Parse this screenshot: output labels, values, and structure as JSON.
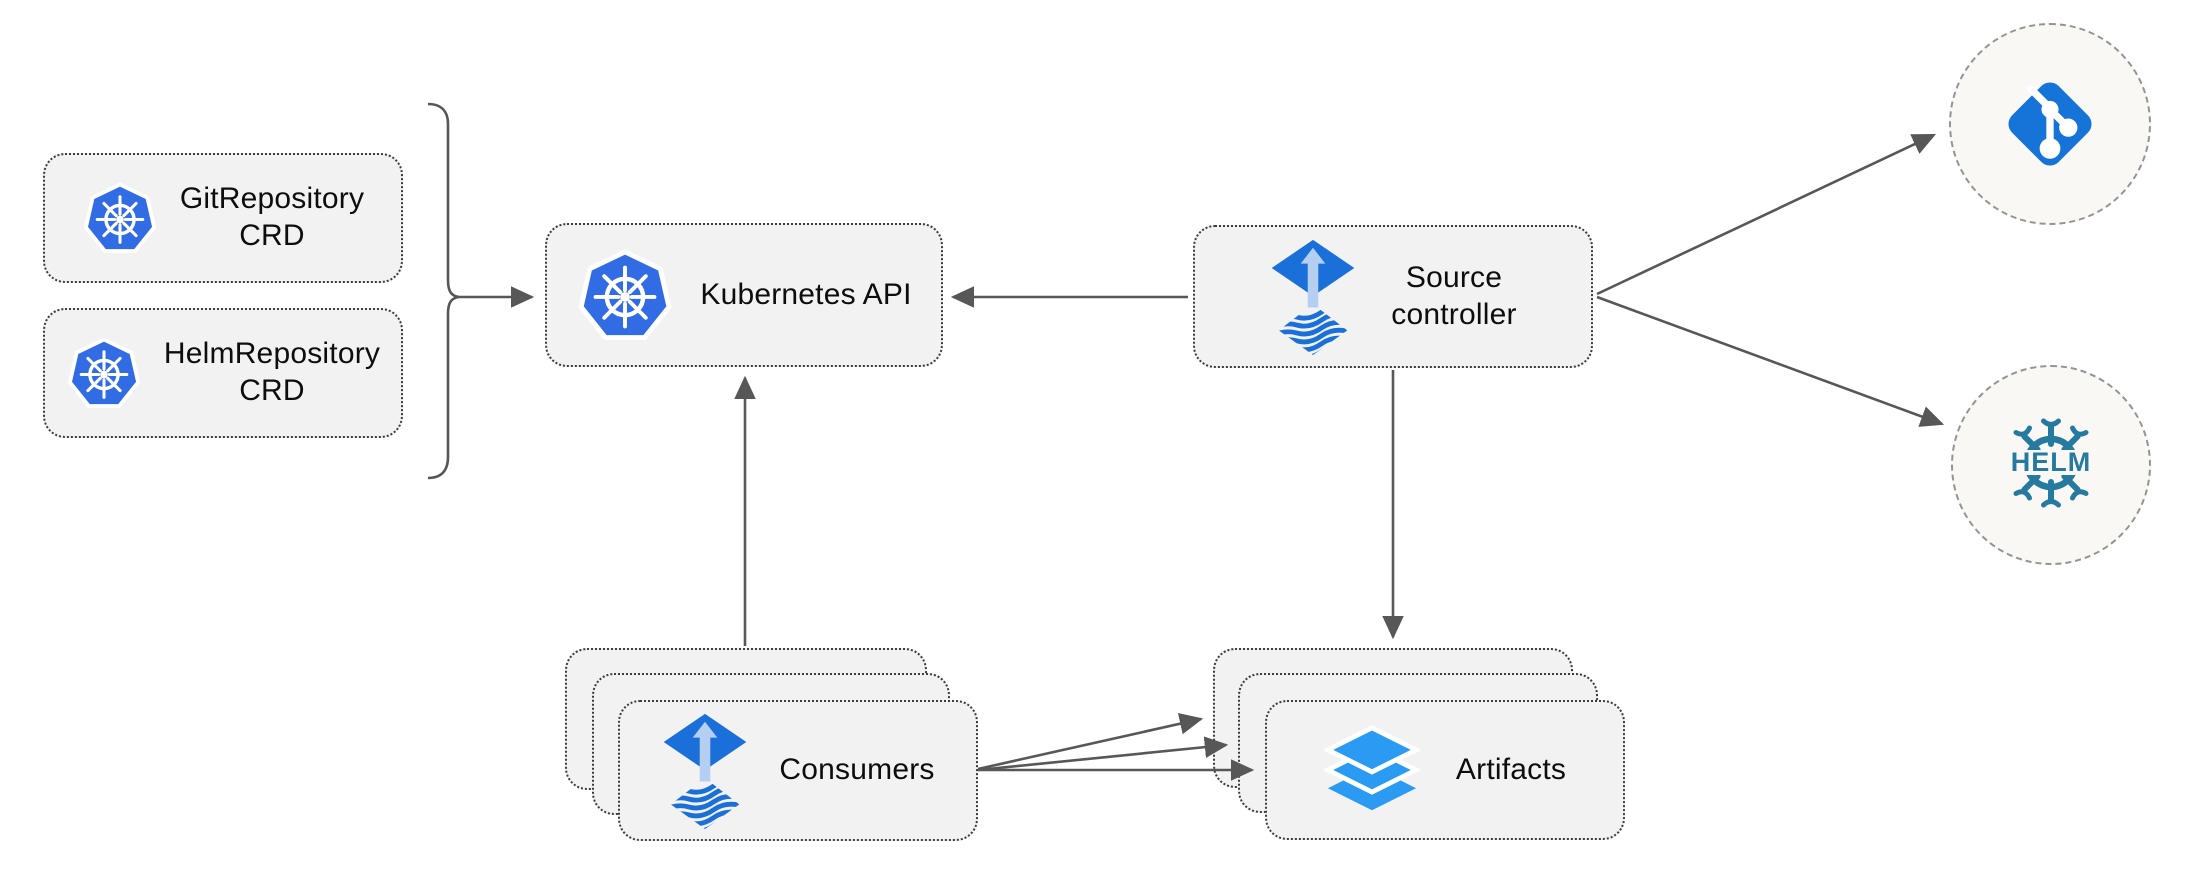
{
  "diagram": {
    "title_implied": "",
    "nodes": {
      "git_crd": {
        "lines": [
          "GitRepository",
          "CRD"
        ],
        "icon": "kubernetes-icon"
      },
      "helm_crd": {
        "lines": [
          "HelmRepository",
          "CRD"
        ],
        "icon": "kubernetes-icon"
      },
      "kubernetes_api": {
        "label": "Kubernetes API",
        "icon": "kubernetes-icon"
      },
      "source_controller": {
        "lines": [
          "Source",
          "controller"
        ],
        "icon": "flux-icon"
      },
      "consumers": {
        "label": "Consumers",
        "icon": "flux-icon",
        "stacked": true
      },
      "artifacts": {
        "label": "Artifacts",
        "icon": "layers-icon",
        "stacked": true
      },
      "git_endpoint": {
        "icon": "git-icon"
      },
      "helm_endpoint": {
        "icon": "helm-icon",
        "logo_text": "HELM"
      }
    },
    "edges": [
      {
        "from": "crd-group",
        "to": "kubernetes-api"
      },
      {
        "from": "source-controller",
        "to": "kubernetes-api"
      },
      {
        "from": "consumers",
        "to": "kubernetes-api"
      },
      {
        "from": "source-controller",
        "to": "artifacts"
      },
      {
        "from": "source-controller",
        "to": "git-endpoint"
      },
      {
        "from": "source-controller",
        "to": "helm-endpoint"
      },
      {
        "from": "consumers",
        "to": "artifacts-back"
      },
      {
        "from": "consumers",
        "to": "artifacts-middle"
      },
      {
        "from": "consumers",
        "to": "artifacts-front"
      }
    ],
    "colors": {
      "kubernetes_blue": "#326CE5",
      "flux_blue": "#1b6fd8",
      "flux_arrow_light": "#b5cff2",
      "layers_blue": "#2b9af3",
      "git_blue": "#1673d8",
      "helm_teal": "#277a9f",
      "connector_gray": "#575757",
      "node_fill": "#f2f2f2",
      "endpoint_fill": "#f9f8f5"
    }
  }
}
